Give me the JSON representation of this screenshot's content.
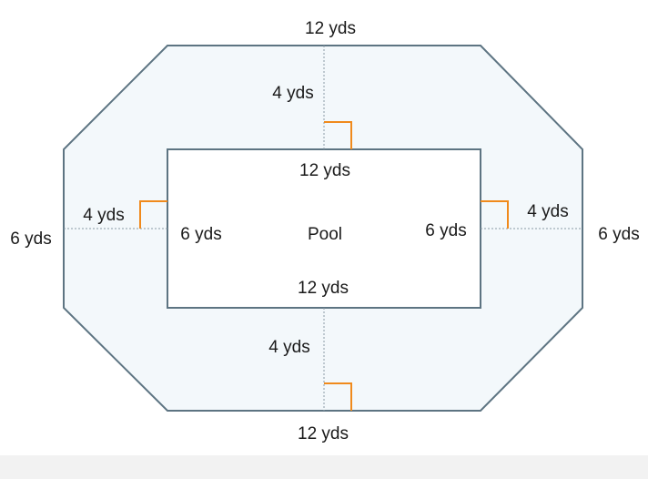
{
  "diagram": {
    "pool_label": "Pool",
    "labels": {
      "outer_top": "12 yds",
      "outer_bottom": "12 yds",
      "outer_left": "6 yds",
      "outer_right": "6 yds",
      "inner_top": "12 yds",
      "inner_bottom": "12 yds",
      "inner_left": "6 yds",
      "inner_right": "6 yds",
      "gap_top": "4 yds",
      "gap_bottom": "4 yds",
      "gap_left": "4 yds",
      "gap_right": "4 yds"
    },
    "colors": {
      "outline": "#5d7482",
      "deck_fill": "#f3f8fb",
      "pool_fill": "#ffffff",
      "right_angle_marker": "#f08a1c",
      "dotted_line": "#8a9aa5"
    }
  }
}
